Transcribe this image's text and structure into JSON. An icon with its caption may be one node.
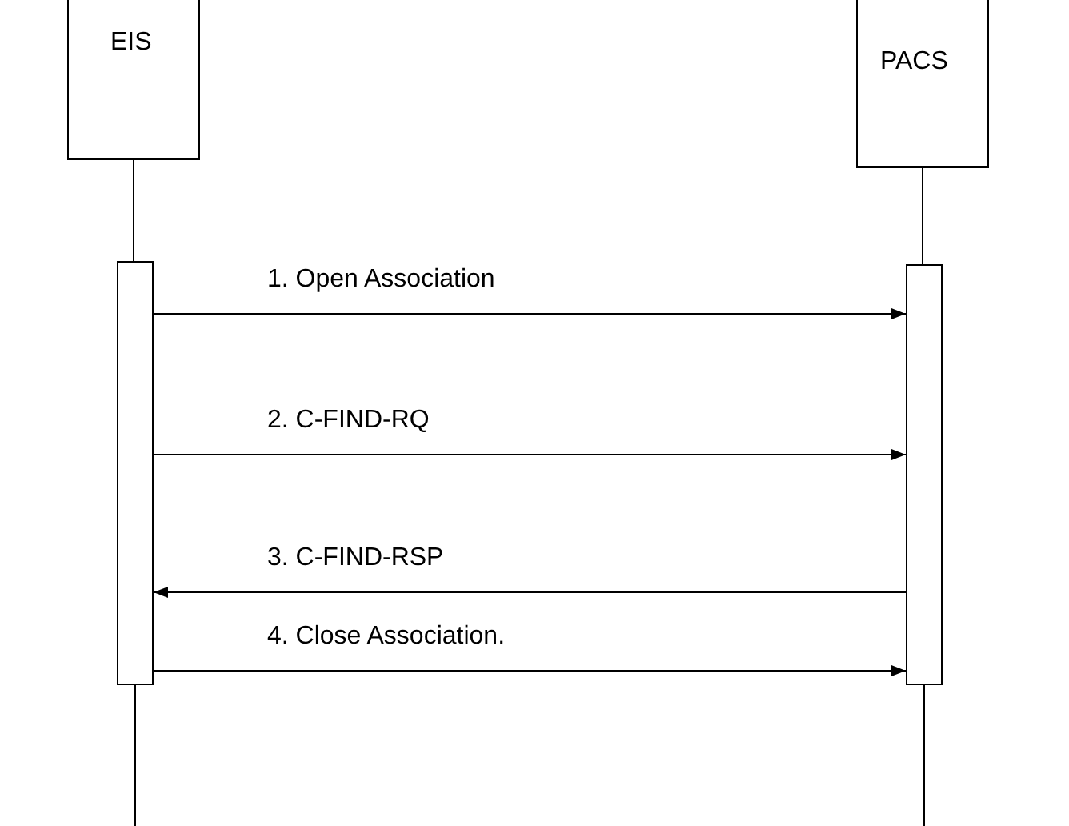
{
  "diagram": {
    "nodes": [
      {
        "text": [
          "EIS"
        ]
      },
      {
        "text": [
          "PACS"
        ]
      },
      {
        "text": [],
        "shape": "bar"
      },
      {
        "text": [],
        "shape": "bar"
      }
    ],
    "edges": [
      {
        "from": 0,
        "to": 2,
        "arrow": "none"
      },
      {
        "from": 1,
        "to": 3,
        "arrow": "none"
      },
      {
        "from": 2,
        "to": 3,
        "arrow": "to",
        "label": "1. Open Association"
      },
      {
        "from": 2,
        "to": 3,
        "arrow": "to",
        "label": "2. C-FIND-RQ"
      },
      {
        "from": 3,
        "to": 2,
        "arrow": "to",
        "label": "3. C-FIND-RSP"
      },
      {
        "from": 2,
        "to": 3,
        "arrow": "to",
        "label": "4. Close Association."
      },
      {
        "from": 2,
        "to": null,
        "arrow": "none"
      },
      {
        "from": 3,
        "to": null,
        "arrow": "none"
      }
    ]
  }
}
